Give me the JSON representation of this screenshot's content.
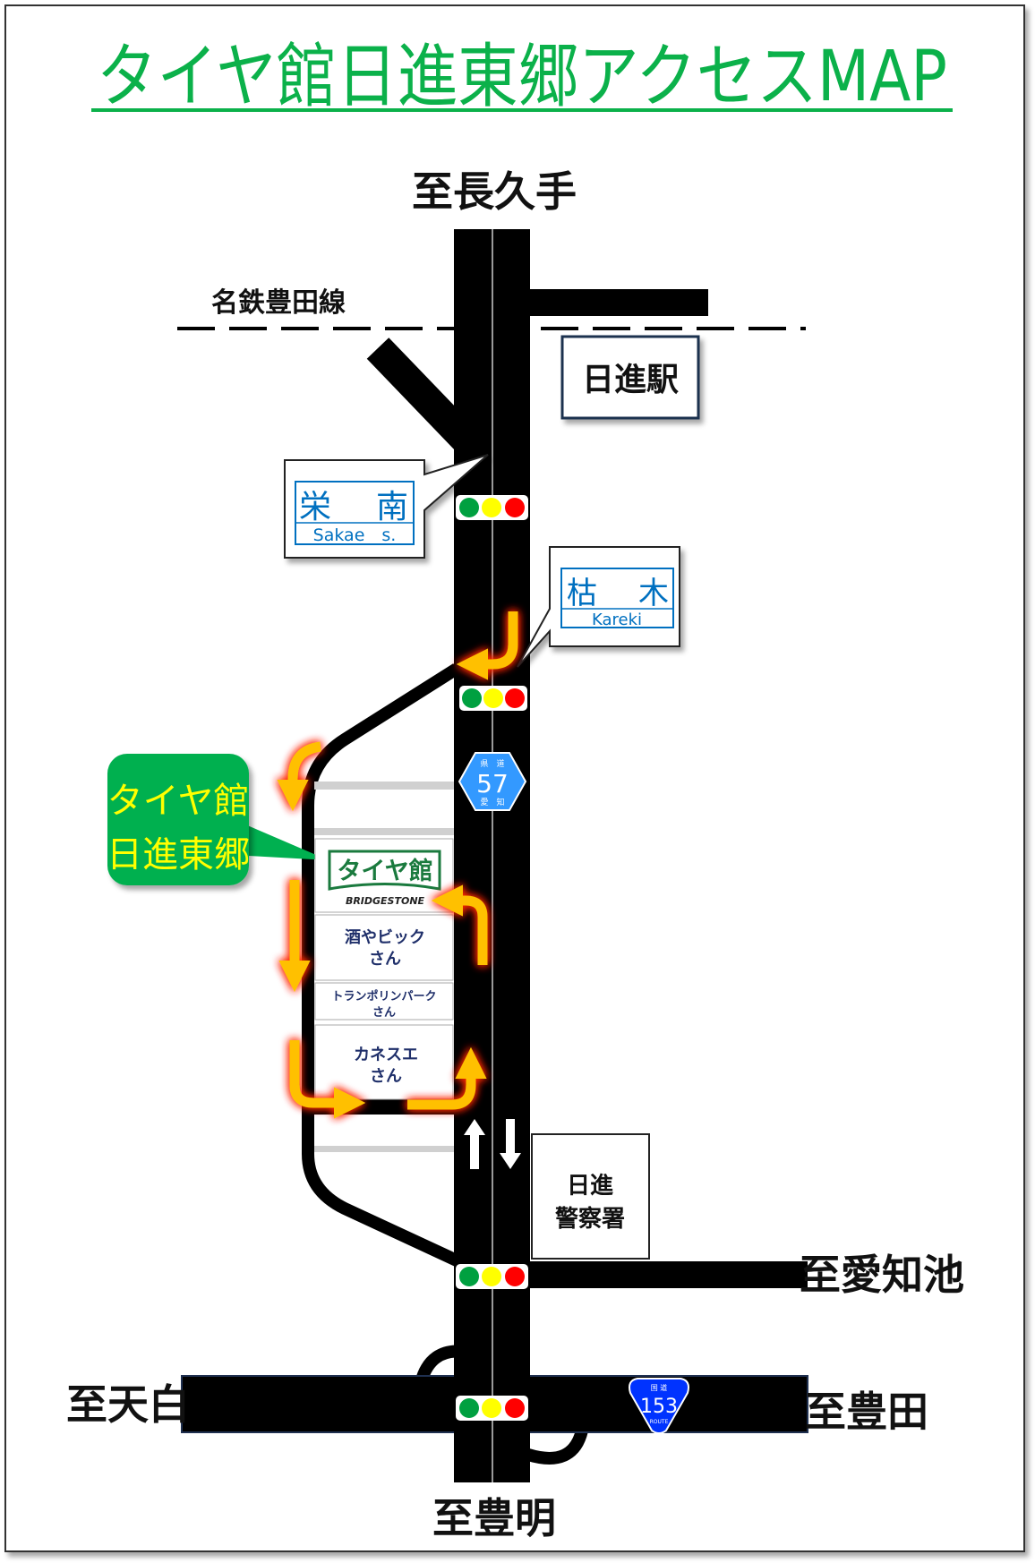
{
  "title": "タイヤ館日進東郷アクセスMAP",
  "directions": {
    "north": "至長久手",
    "south": "至豊明",
    "west": "至天白",
    "east_bottom": "至豊田",
    "east_middle": "至愛知池"
  },
  "railway": "名鉄豊田線",
  "station": "日進駅",
  "intersections": {
    "sakae": {
      "kanji_1": "栄",
      "kanji_2": "南",
      "roman": "Sakae　s."
    },
    "kareki": {
      "kanji_1": "枯",
      "kanji_2": "木",
      "roman": "Kareki"
    }
  },
  "store_callout": {
    "line1": "タイヤ館",
    "line2": "日進東郷"
  },
  "store_sign": {
    "name": "タイヤ館",
    "brand": "BRIDGESTONE"
  },
  "shops": [
    {
      "line1": "酒やビック",
      "line2": "さん"
    },
    {
      "line1": "トランポリンパーク",
      "line2": "さん"
    },
    {
      "line1": "カネスエ",
      "line2": "さん"
    }
  ],
  "police": {
    "line1": "日進",
    "line2": "警察署"
  },
  "prefectural_route": {
    "top": "県　道",
    "number": "57",
    "bottom": "愛　知"
  },
  "national_route": {
    "top": "国 道",
    "number": "153",
    "bottom": "ROUTE"
  },
  "colors": {
    "title": "#0bb14a",
    "arrow": "#ffc000",
    "glow": "#ff2a00",
    "callout_green": "#00b050",
    "callout_text": "#ffff00",
    "sign_blue": "#0070c0"
  }
}
